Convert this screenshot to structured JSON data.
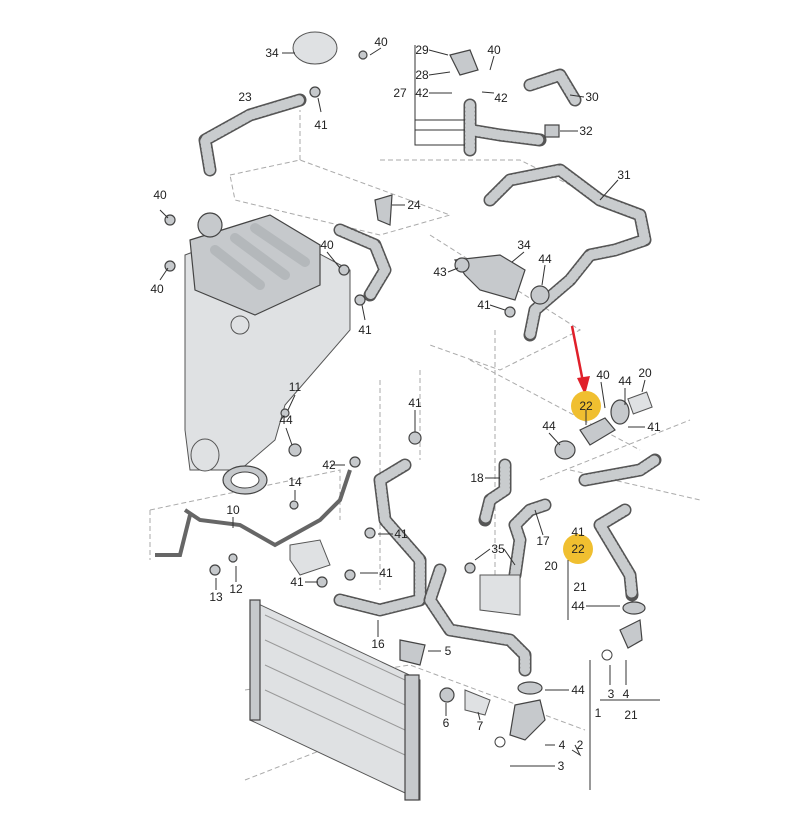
{
  "diagram": {
    "title": "Coolant system hoses exploded view",
    "highlight_color": "#f0bf30",
    "arrow_color": "#e0202a",
    "labels": [
      "34",
      "40",
      "23",
      "41",
      "29",
      "40",
      "28",
      "27",
      "42",
      "42",
      "30",
      "32",
      "31",
      "40",
      "24",
      "40",
      "34",
      "43",
      "44",
      "40",
      "41",
      "41",
      "22",
      "40",
      "44",
      "20",
      "11",
      "44",
      "41",
      "44",
      "41",
      "42",
      "18",
      "14",
      "10",
      "41",
      "17",
      "41",
      "22",
      "35",
      "20",
      "21",
      "41",
      "41",
      "13",
      "12",
      "44",
      "16",
      "5",
      "44",
      "6",
      "7",
      "1",
      "3",
      "4",
      "21",
      "4",
      "2",
      "3"
    ]
  }
}
